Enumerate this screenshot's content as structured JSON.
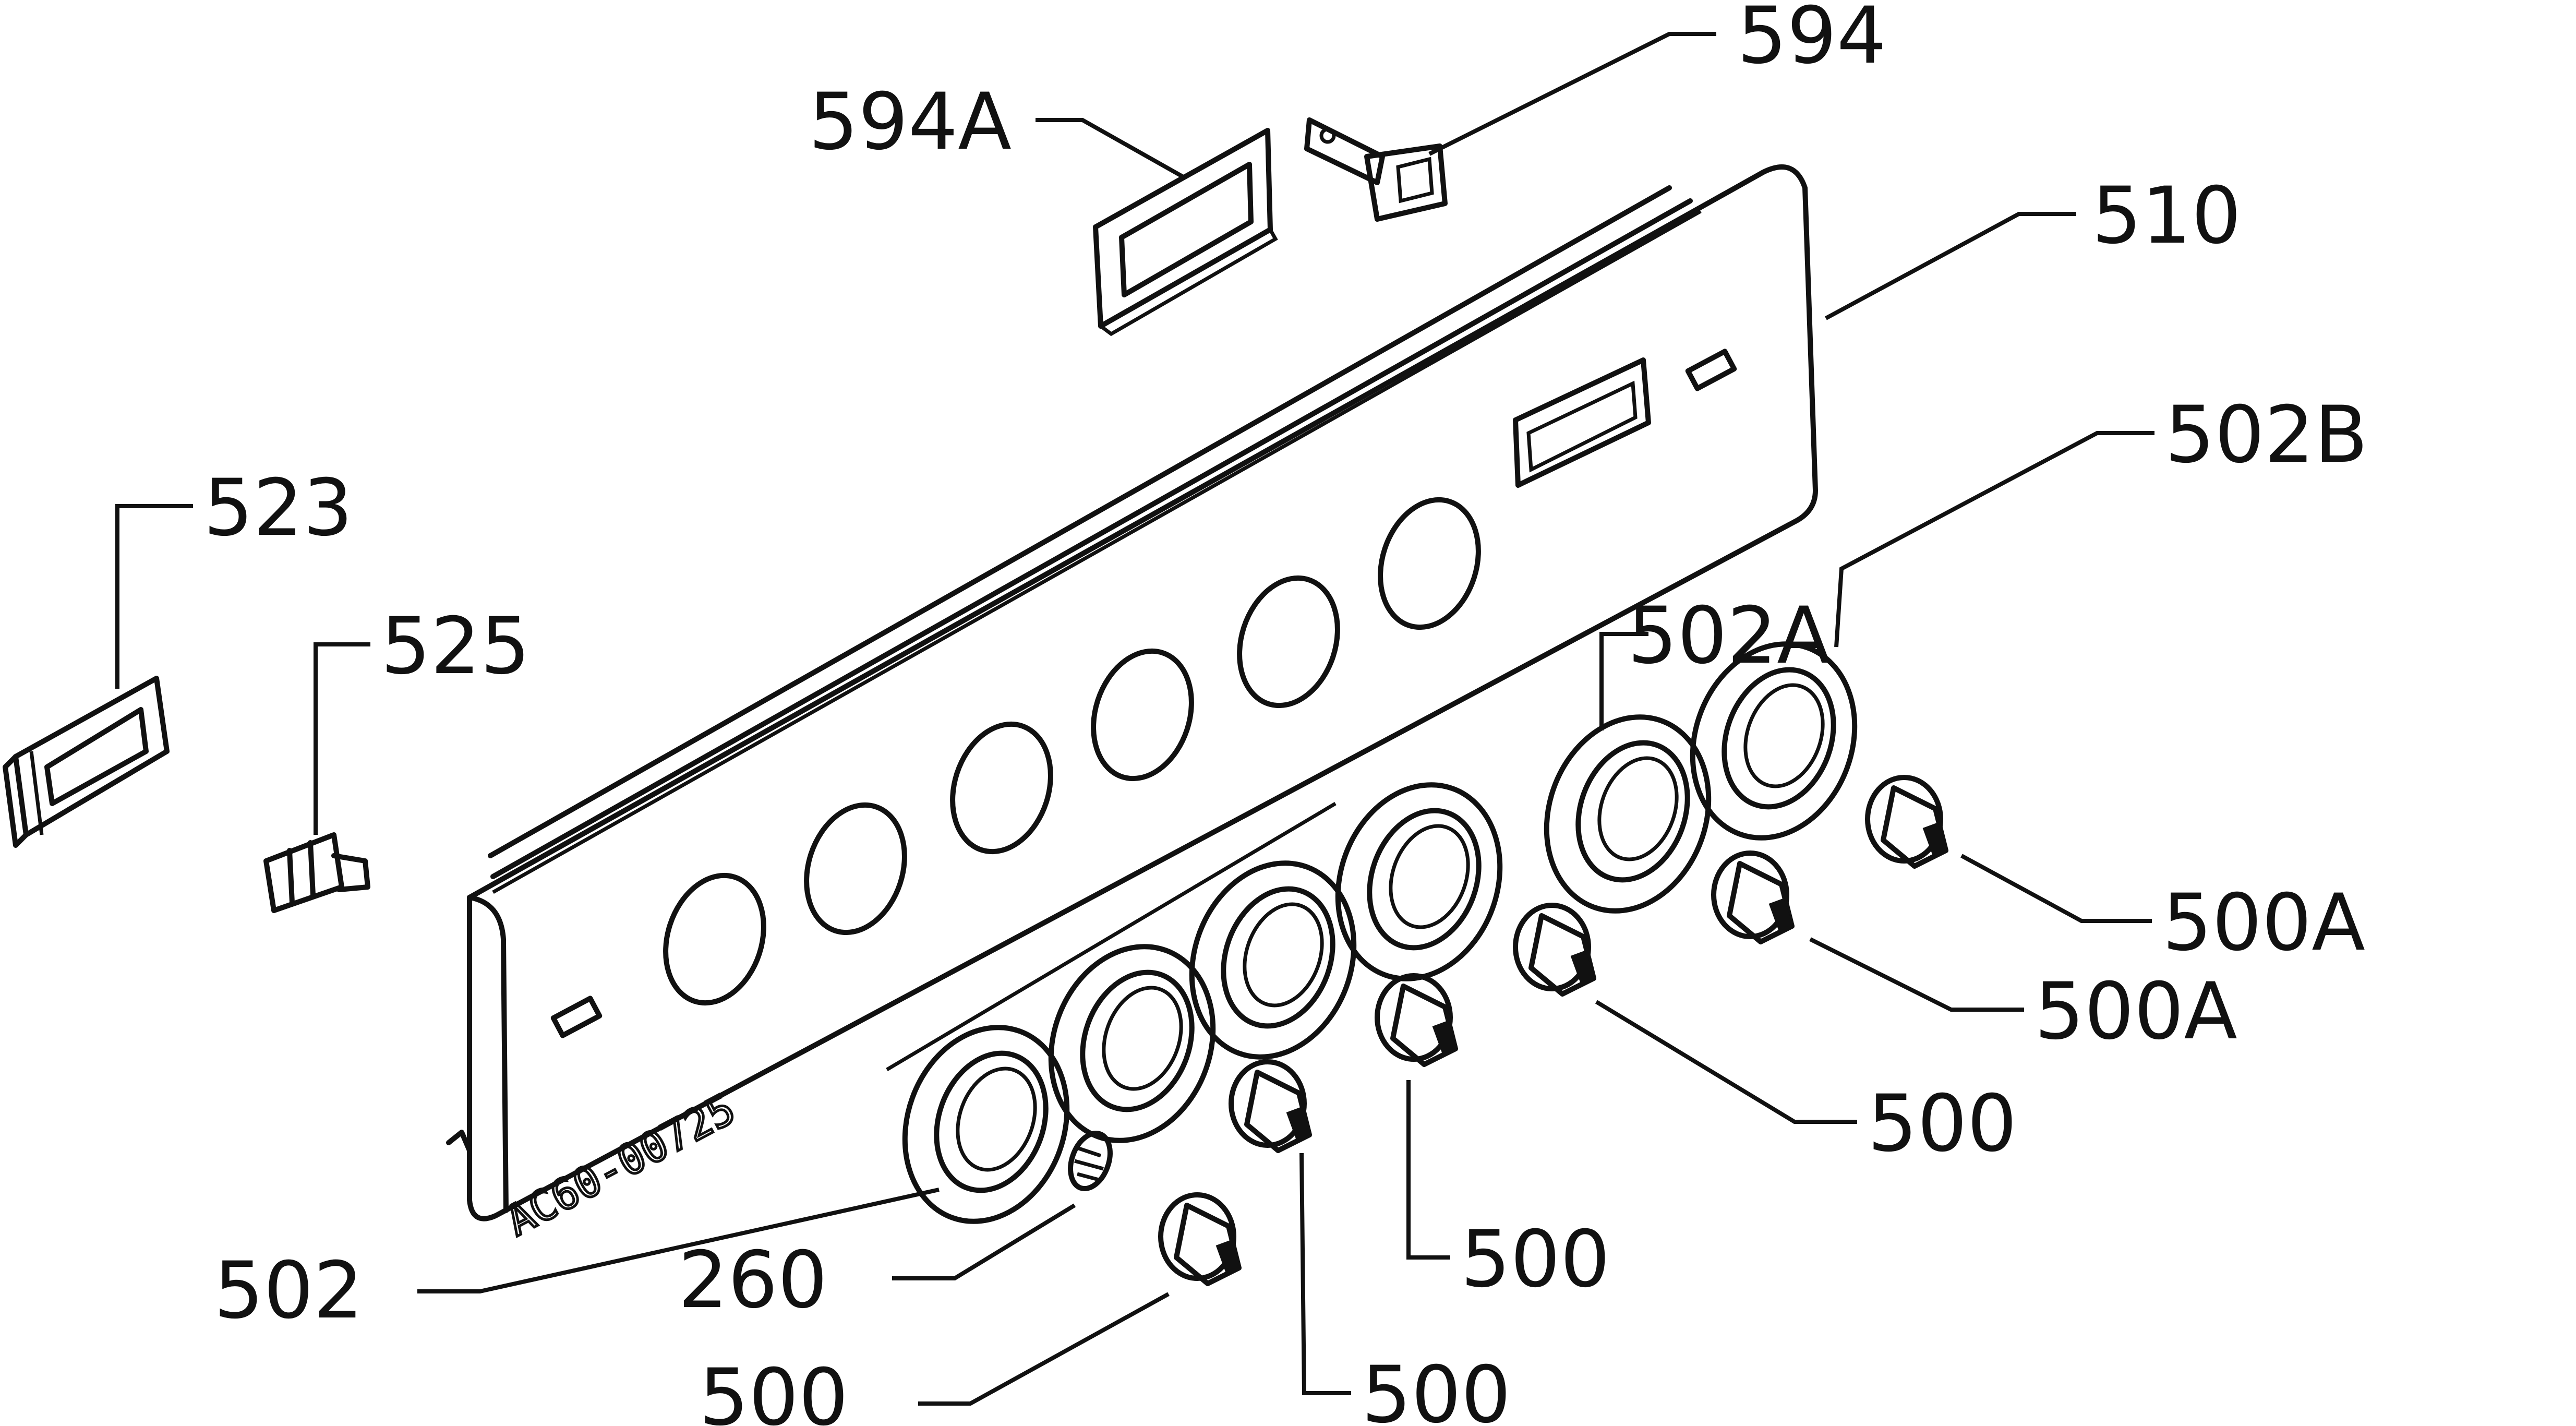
{
  "diagram": {
    "stamp_text": "AC60-00725",
    "callouts": {
      "c594": "594",
      "c594a": "594A",
      "c510": "510",
      "c502b": "502B",
      "c523": "523",
      "c525": "525",
      "c502a": "502A",
      "c500a_1": "500A",
      "c500a_2": "500A",
      "c500_1": "500",
      "c500_2": "500",
      "c502": "502",
      "c260": "260",
      "c500_3": "500",
      "c500_4": "500"
    }
  }
}
